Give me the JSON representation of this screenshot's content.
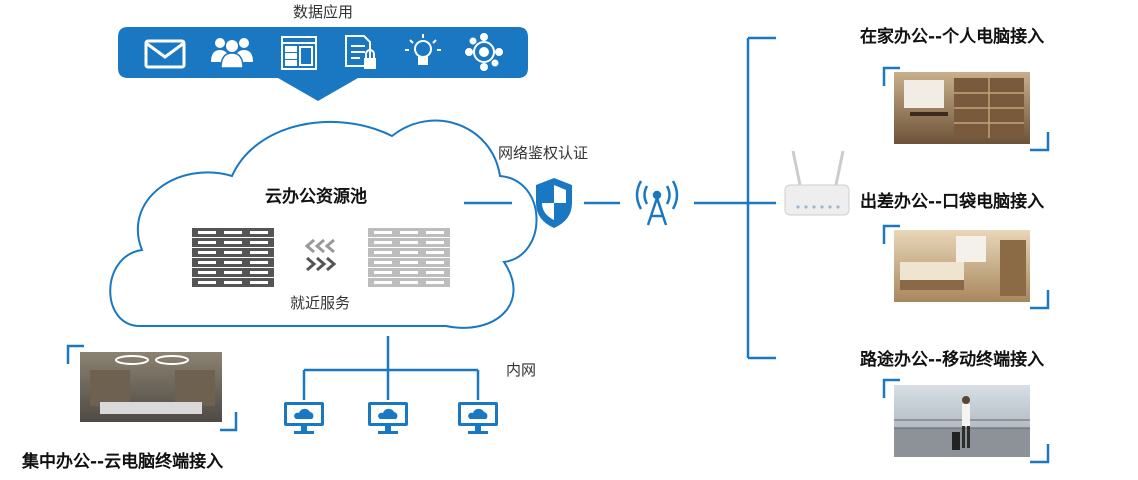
{
  "apps": {
    "title": "数据应用",
    "icons": [
      "mail-icon",
      "users-icon",
      "app-window-icon",
      "secure-document-icon",
      "lightbulb-icon",
      "gear-network-icon"
    ]
  },
  "cloud": {
    "title": "云办公资源池",
    "subtitle": "就近服务"
  },
  "network": {
    "auth_label": "网络鉴权认证",
    "intranet_label": "内网"
  },
  "scenarios": {
    "home": "在家办公--个人电脑接入",
    "travel": "出差办公--口袋电脑接入",
    "mobile": "路途办公--移动终端接入",
    "central": "集中办公--云电脑终端接入"
  },
  "colors": {
    "accent": "#1a78c2",
    "cloud_stroke": "#1a78c2",
    "server_dark": "#555555",
    "server_light": "#bdbdbd"
  }
}
